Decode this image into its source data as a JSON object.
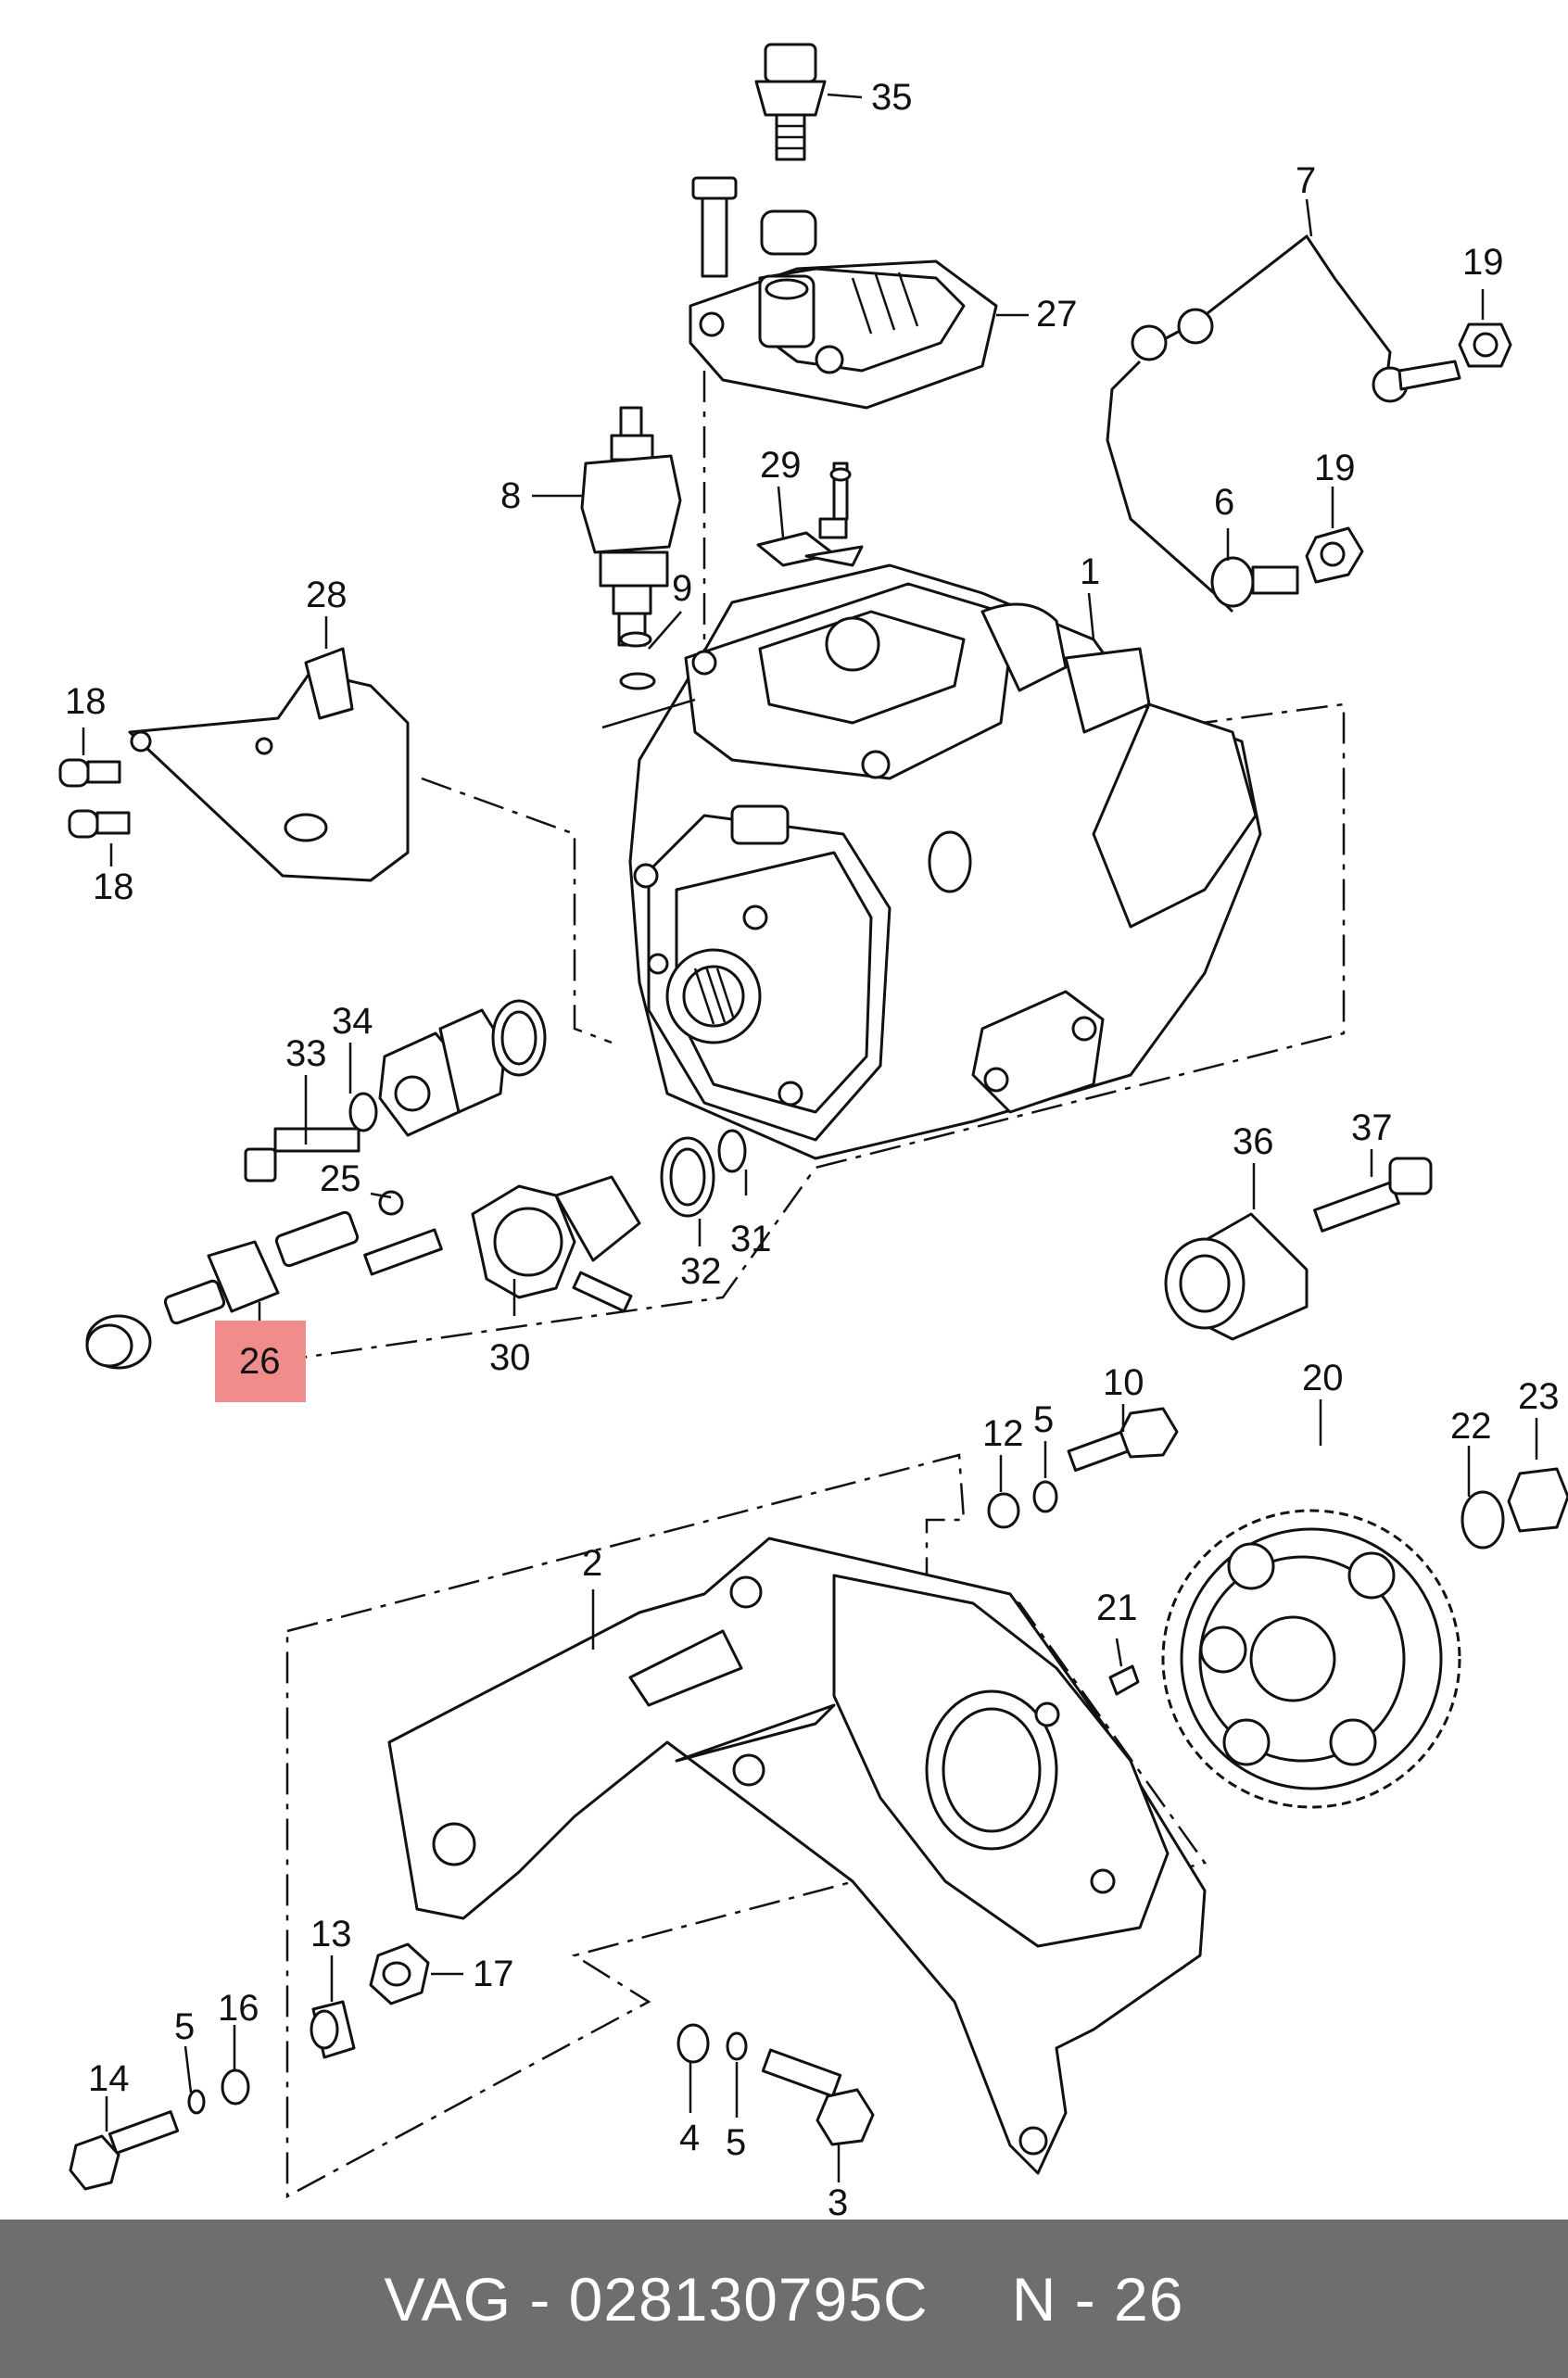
{
  "diagram": {
    "highlight_color": "#f08c8c",
    "highlighted_label": "26",
    "callouts": [
      "35",
      "27",
      "7",
      "19",
      "19",
      "6",
      "1",
      "8",
      "9",
      "29",
      "28",
      "18",
      "18",
      "33",
      "34",
      "25",
      "26",
      "30",
      "32",
      "31",
      "36",
      "37",
      "10",
      "12",
      "5",
      "20",
      "22",
      "23",
      "2",
      "21",
      "13",
      "17",
      "5",
      "16",
      "14",
      "4",
      "5",
      "3"
    ]
  },
  "footer": {
    "brand": "VAG - 028130795C",
    "ref": "N - 26",
    "background": "#6e6e6e"
  }
}
